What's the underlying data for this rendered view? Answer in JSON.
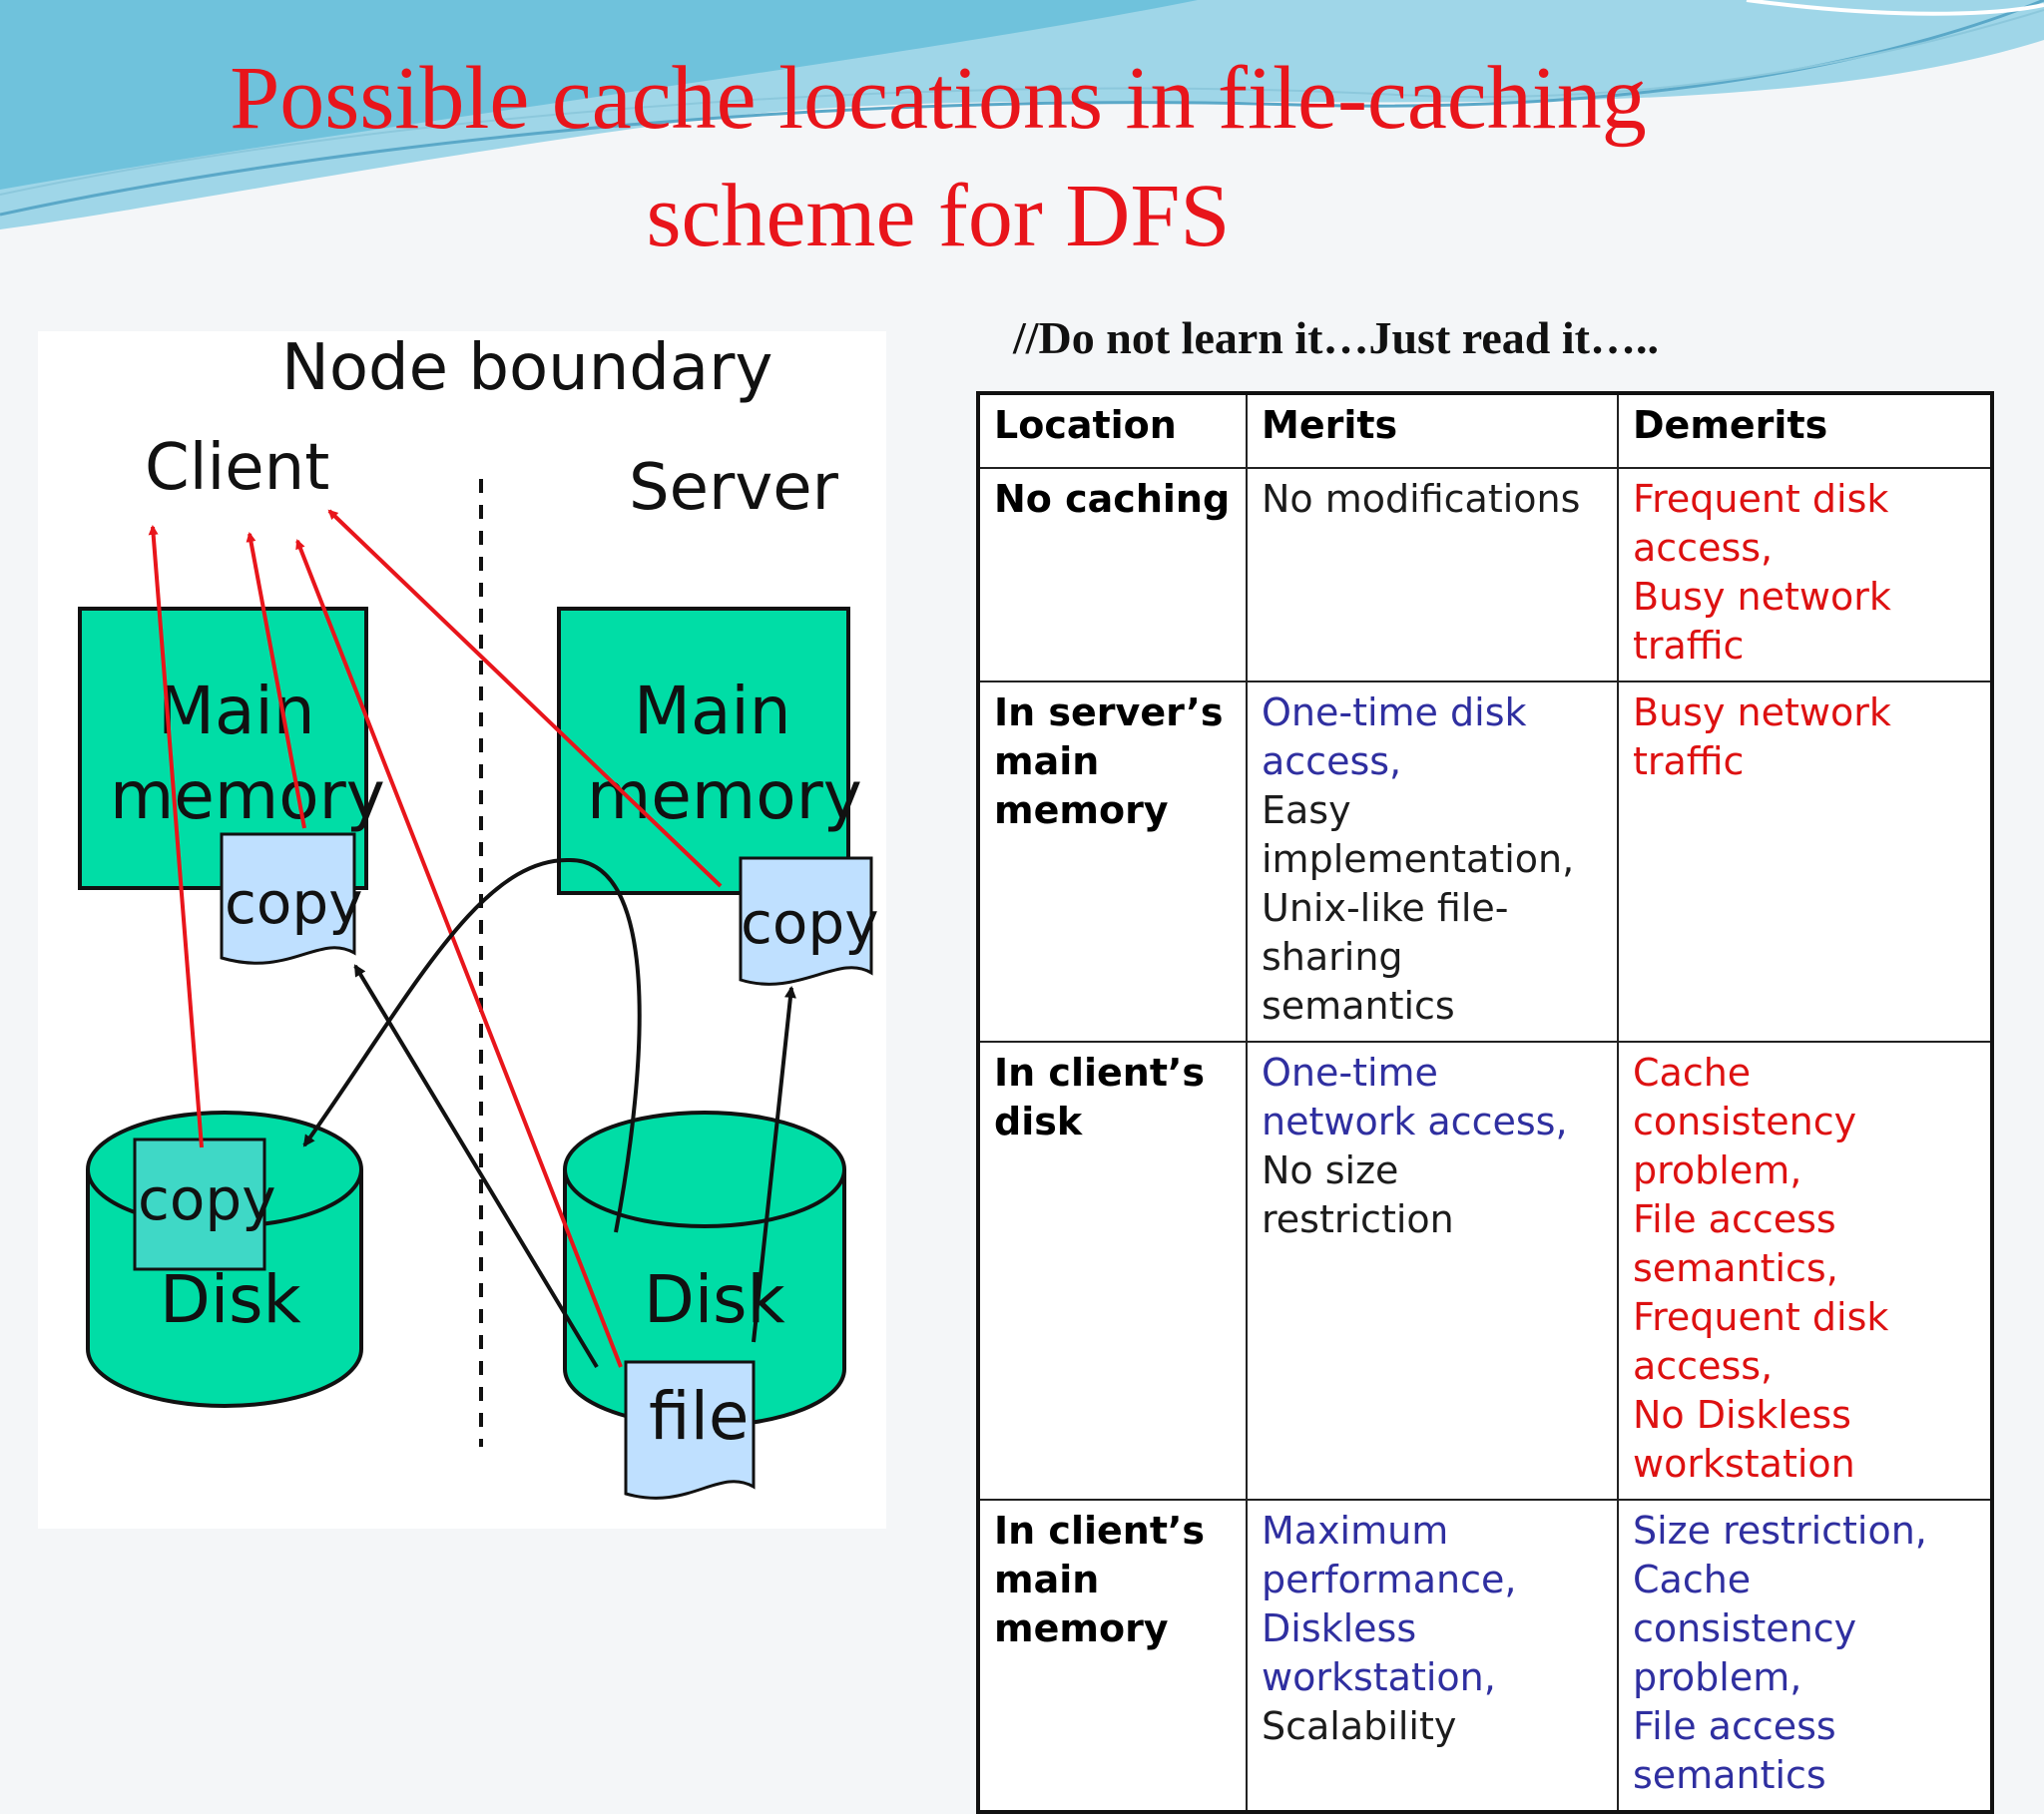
{
  "slide": {
    "title_line1": "Possible cache locations in file-caching",
    "title_line2": "scheme for DFS",
    "note": "//Do not learn it…Just read it….."
  },
  "colors": {
    "title": "#e8151b",
    "block_fill": "#00dda6",
    "copy_fill": "#bfe0ff",
    "arrow_red": "#e8151b",
    "arrow_black": "#111111",
    "positive_text": "#2f2fa0",
    "negative_text": "#dd1111"
  },
  "diagram": {
    "node_boundary": "Node boundary",
    "client": "Client",
    "server": "Server",
    "client_memory": [
      "Main",
      "memory"
    ],
    "server_memory": [
      "Main",
      "memory"
    ],
    "client_disk": "Disk",
    "server_disk": "Disk",
    "copy_label": "copy",
    "file_label": "file"
  },
  "table": {
    "headers": [
      "Location",
      "Merits",
      "Demerits"
    ],
    "rows": [
      {
        "location": "No caching",
        "merits": [
          {
            "text": "No modifications",
            "tone": "neutral"
          }
        ],
        "demerits": [
          {
            "text": "Frequent disk access,",
            "tone": "bad"
          },
          {
            "text": "Busy network traffic",
            "tone": "bad"
          }
        ]
      },
      {
        "location": "In server’s main memory",
        "merits": [
          {
            "text": "One-time disk access,",
            "tone": "good"
          },
          {
            "text": "Easy implementation,",
            "tone": "neutral"
          },
          {
            "text": "Unix-like file-sharing semantics",
            "tone": "neutral"
          }
        ],
        "demerits": [
          {
            "text": "Busy network traffic",
            "tone": "bad"
          }
        ]
      },
      {
        "location": "In client’s disk",
        "merits": [
          {
            "text": "One-time network access,",
            "tone": "good"
          },
          {
            "text": "No size restriction",
            "tone": "neutral"
          }
        ],
        "demerits": [
          {
            "text": "Cache consistency problem,",
            "tone": "bad"
          },
          {
            "text": "File access semantics,",
            "tone": "bad"
          },
          {
            "text": "Frequent disk access,",
            "tone": "bad"
          },
          {
            "text": "No Diskless workstation",
            "tone": "bad"
          }
        ]
      },
      {
        "location": "In client’s main memory",
        "merits": [
          {
            "text": "Maximum performance,",
            "tone": "good"
          },
          {
            "text": "Diskless workstation,",
            "tone": "good"
          },
          {
            "text": "Scalability",
            "tone": "neutral"
          }
        ],
        "demerits": [
          {
            "text": "Size restriction,",
            "tone": "good"
          },
          {
            "text": "Cache consistency problem,",
            "tone": "good"
          },
          {
            "text": "File access semantics",
            "tone": "good"
          }
        ]
      }
    ]
  }
}
